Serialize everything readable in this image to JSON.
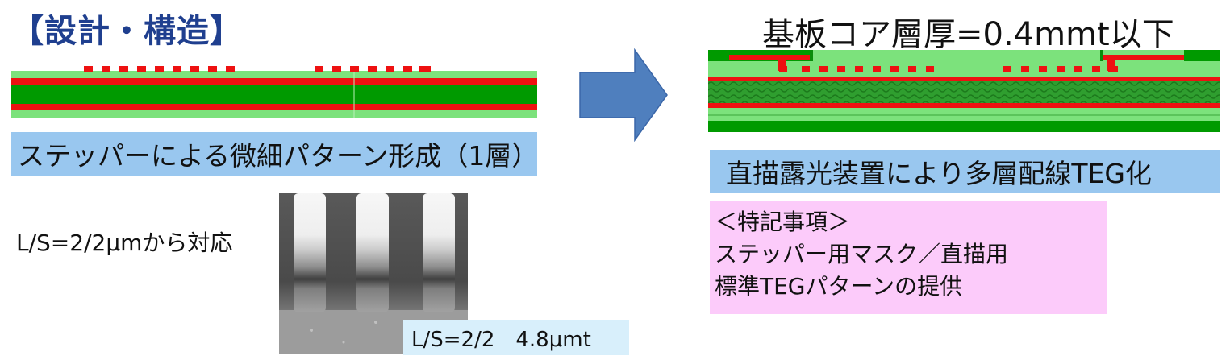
{
  "section_title": "【設計・構造】",
  "left": {
    "stepper_label": "ステッパーによる微細パターン形成（1層）",
    "ls_text": "L/S=2/2μmから対応",
    "sem_caption": "L/S=2/2　4.8μmt"
  },
  "right": {
    "title": "基板コア層厚=0.4mmt以下",
    "direct_label": "直描露光装置により多層配線TEG化",
    "notes": {
      "heading": "＜特記事項＞",
      "line1": "ステッパー用マスク／直描用",
      "line2": "標準TEGパターンの提供"
    }
  },
  "colors": {
    "title_blue": "#1f3f8f",
    "label_blue": "#99c7ef",
    "caption_blue": "#d8effb",
    "notes_pink": "#fccbfa",
    "arrow_blue": "#4f7fbe",
    "pcb_dark_green": "#009a00",
    "pcb_light_green": "#7ce27c",
    "pcb_red": "#ee1111"
  }
}
